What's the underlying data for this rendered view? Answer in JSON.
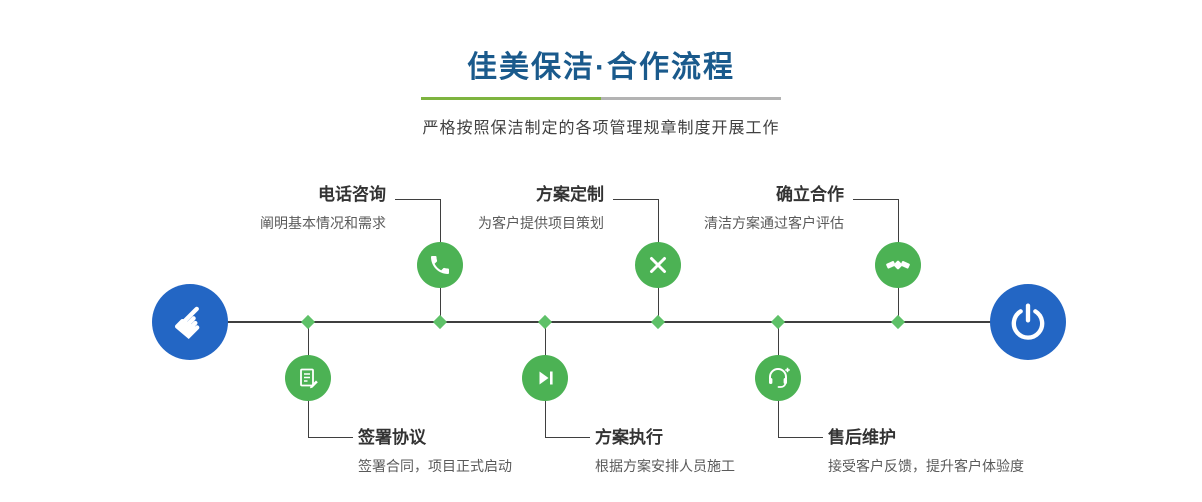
{
  "page": {
    "title": "佳美保洁·合作流程",
    "subtitle": "严格按照保洁制定的各项管理规章制度开展工作"
  },
  "colors": {
    "title_blue": "#1a5a8c",
    "node_blue": "#2366c4",
    "step_green": "#4cb254",
    "diamond_green": "#5ec168",
    "divider_green": "#7eb43f",
    "divider_gray": "#b3b3b3",
    "line_dark": "#3f3f3f"
  },
  "timeline": {
    "start_icon": "hand-pointer-icon",
    "start_glyph": "☛",
    "end_icon": "power-icon",
    "top_steps": [
      {
        "title": "电话咨询",
        "desc": "阐明基本情况和需求",
        "icon": "phone-icon"
      },
      {
        "title": "方案定制",
        "desc": "为客户提供项目策划",
        "icon": "design-tools-icon"
      },
      {
        "title": "确立合作",
        "desc": "清洁方案通过客户评估",
        "icon": "handshake-icon"
      }
    ],
    "bottom_steps": [
      {
        "title": "签署协议",
        "desc": "签署合同，项目正式启动",
        "icon": "contract-icon"
      },
      {
        "title": "方案执行",
        "desc": "根据方案安排人员施工",
        "icon": "play-icon"
      },
      {
        "title": "售后维护",
        "desc": "接受客户反馈，提升客户体验度",
        "icon": "headset-icon"
      }
    ]
  }
}
